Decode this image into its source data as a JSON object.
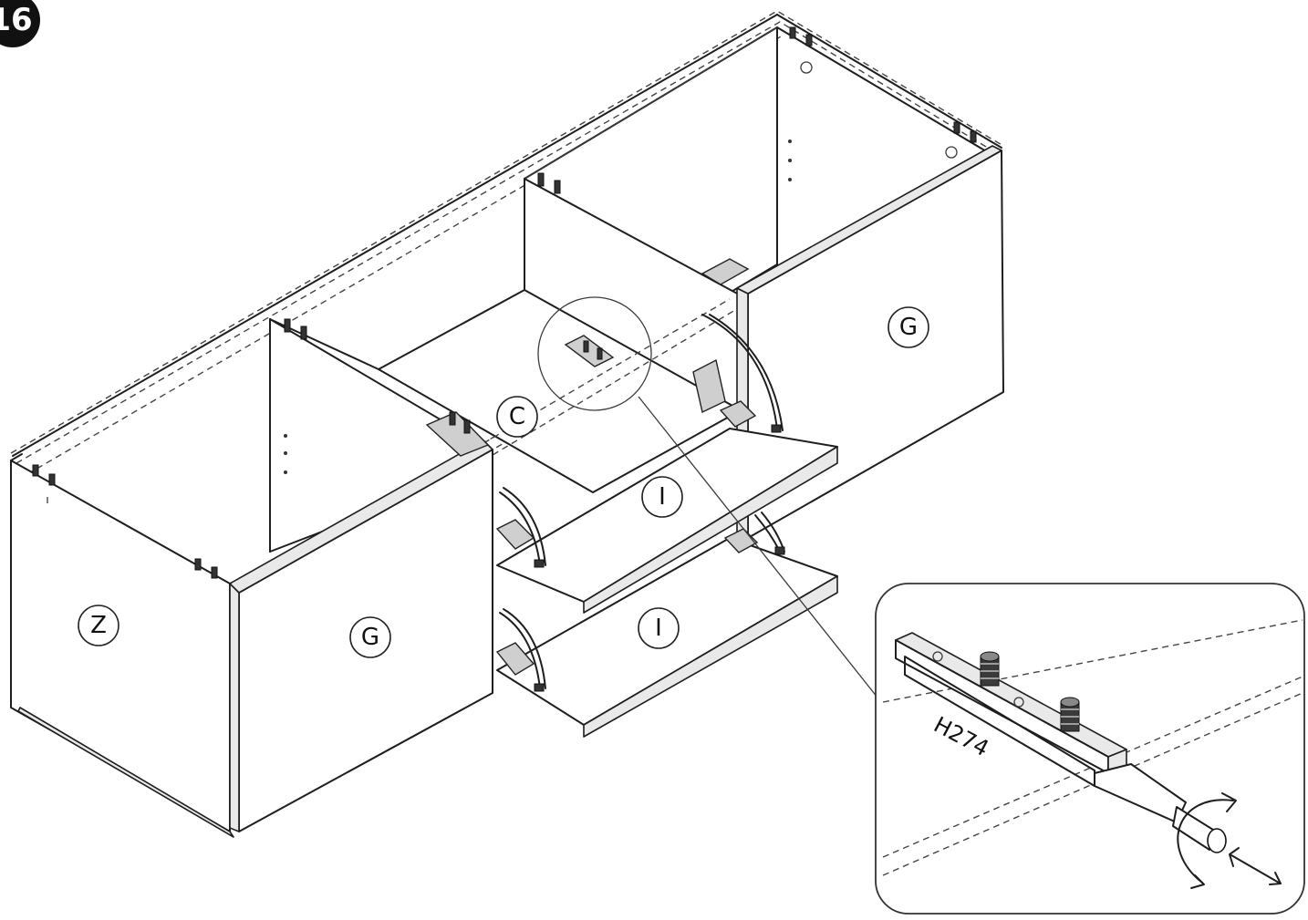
{
  "step": {
    "number": "16"
  },
  "part_labels": {
    "left_side": "Z",
    "front_left": "G",
    "front_right": "G",
    "top_center": "C",
    "shelf_upper": "I",
    "shelf_lower": "I"
  },
  "detail": {
    "part_code": "H274"
  }
}
